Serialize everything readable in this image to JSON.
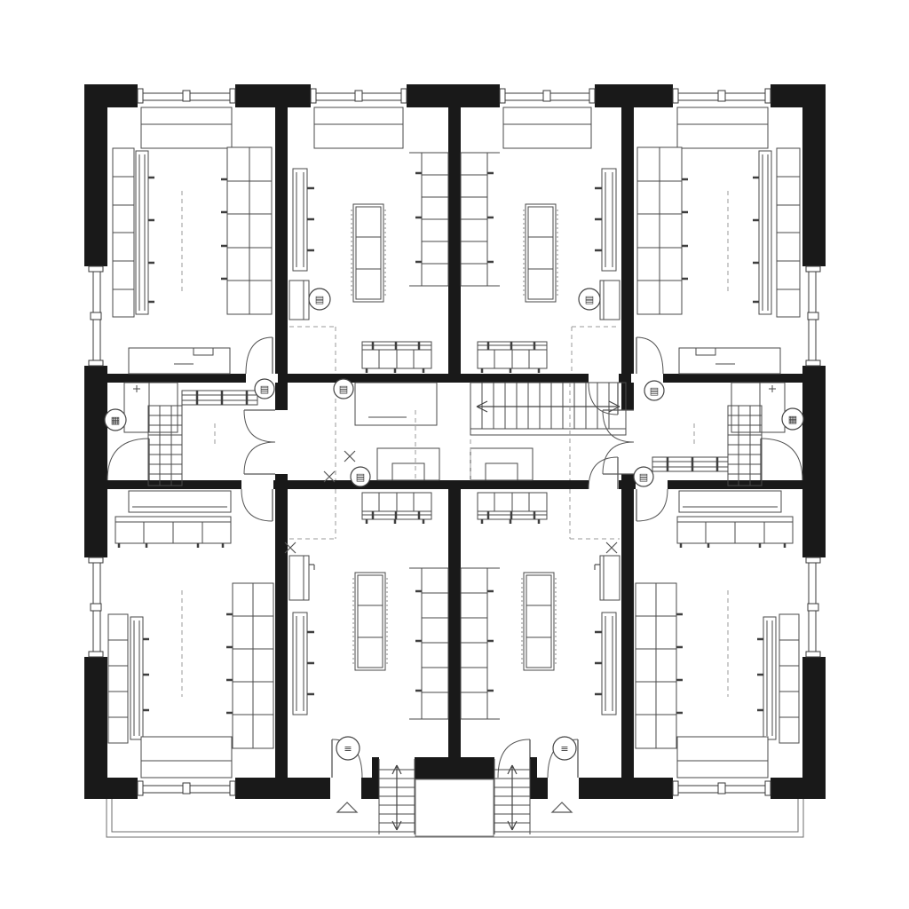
{
  "colors": {
    "wall": "#191919",
    "furniture_line": "#4a4a4a",
    "door_line": "#555555",
    "dashed_line": "#999999",
    "background": "#ffffff"
  },
  "tags": [
    {
      "id": "tag-room-t2-wardrobe",
      "glyph": "▤"
    },
    {
      "id": "tag-room-t3-wardrobe",
      "glyph": "▤"
    },
    {
      "id": "tag-hall-left-side",
      "glyph": "▦"
    },
    {
      "id": "tag-hall-left-top",
      "glyph": "▤"
    },
    {
      "id": "tag-corridor-left",
      "glyph": "▤"
    },
    {
      "id": "tag-corridor-right",
      "glyph": "▤"
    },
    {
      "id": "tag-hall-right-side",
      "glyph": "▦"
    },
    {
      "id": "tag-hall-right-bottom",
      "glyph": "▤"
    },
    {
      "id": "tag-corridor-bench",
      "glyph": "▤"
    },
    {
      "id": "tag-entrance-left",
      "glyph": "≡"
    },
    {
      "id": "tag-entrance-right",
      "glyph": "≡"
    }
  ]
}
